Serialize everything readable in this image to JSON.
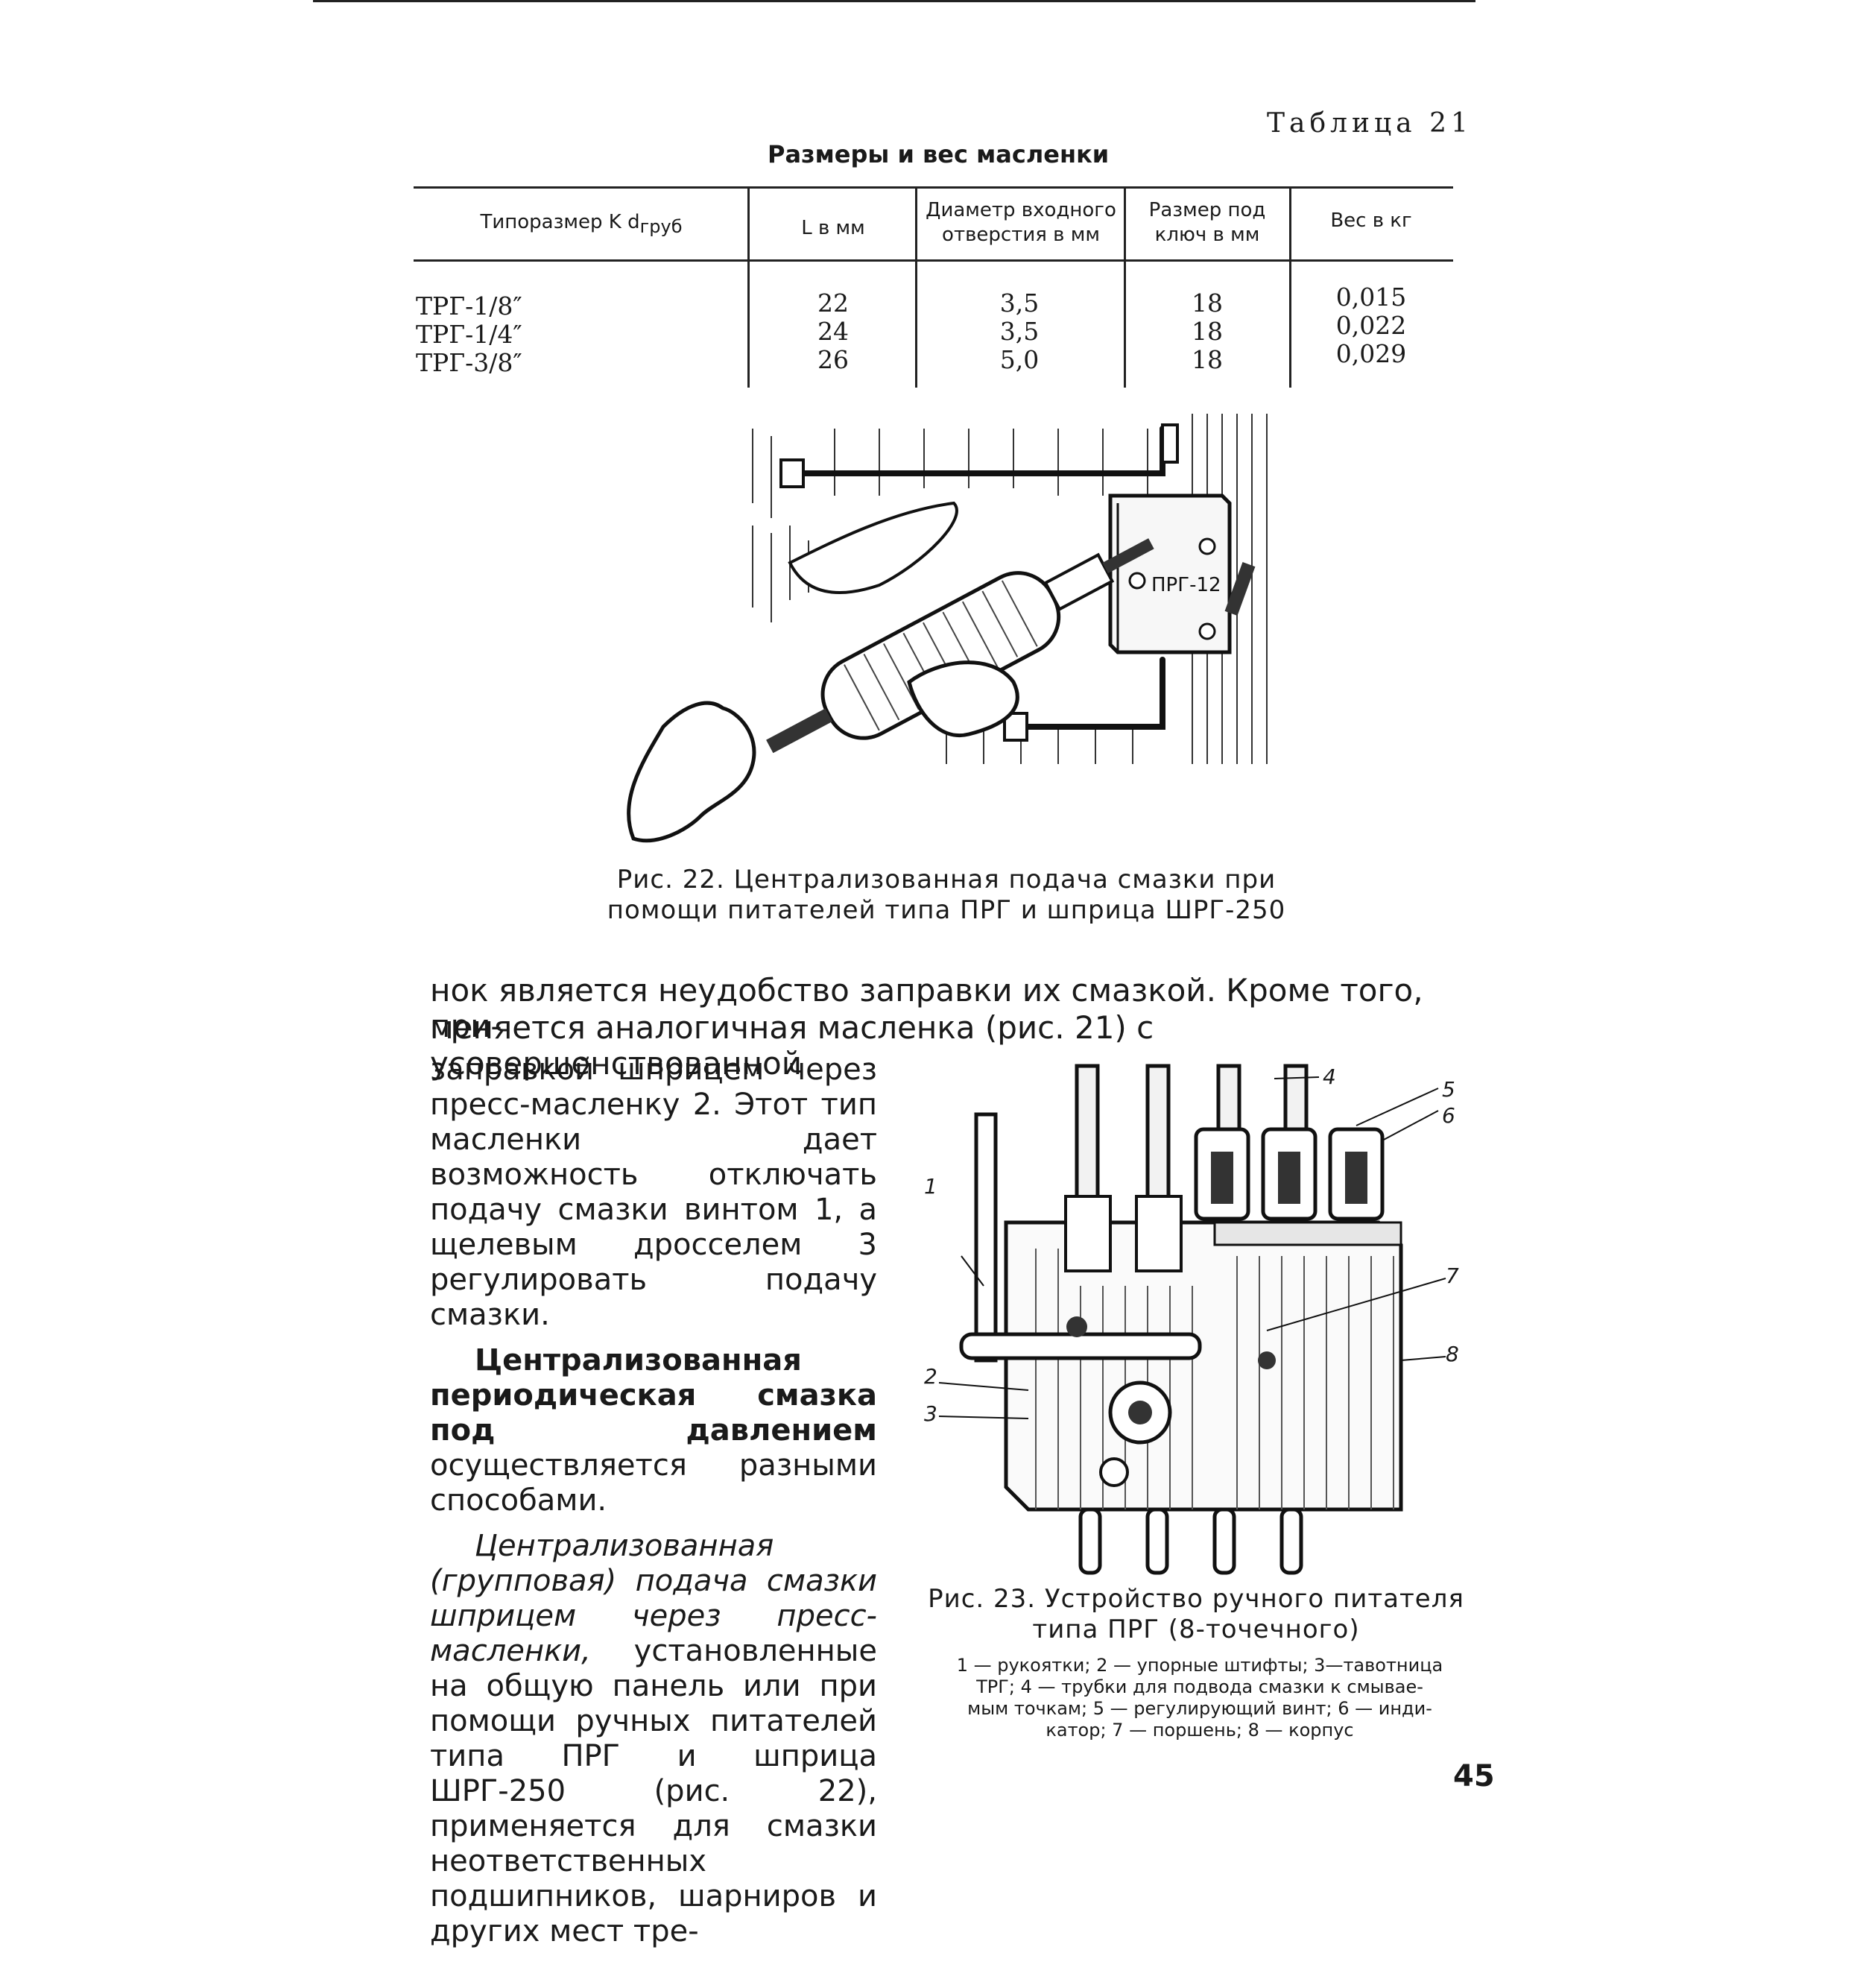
{
  "table": {
    "label": "Таблица 21",
    "title": "Размеры и вес масленки",
    "headers": [
      "Типоразмер K d",
      "L в мм",
      "Диаметр входного отверстия в мм",
      "Размер под ключ в мм",
      "Вес в кг"
    ],
    "header_sub": "груб",
    "rows": [
      [
        "ТРГ-1/8″",
        "22",
        "3,5",
        "18",
        "0,015"
      ],
      [
        "ТРГ-1/4″",
        "24",
        "3,5",
        "18",
        "0,022"
      ],
      [
        "ТРГ-3/8″",
        "26",
        "5,0",
        "18",
        "0,029"
      ]
    ]
  },
  "fig22": {
    "plate_text": "ПРГ-12",
    "caption_line1": "Рис. 22. Централизованная подача смазки при",
    "caption_line2": "помощи питателей типа ПРГ и шприца ШРГ-250"
  },
  "body": {
    "line1": "нок является неудобство заправки их смазкой. Кроме того, при-",
    "line2": "меняется аналогичная масленка (рис. 21) с усовершенствованной",
    "col_para1": "заправкой шприцем через пресс-масленку 2. Этот тип масленки дает возможность отключать подачу смазки винтом 1, а щелевым дросселем 3 регулировать подачу смазки.",
    "col_para2_bold": "Централизованная периодическая смазка под давлением",
    "col_para2_rest": " осуществляется разными способами.",
    "col_para3_italic": "Централизованная (групповая) подача смазки шприцем через пресс-масленки,",
    "col_para3_rest": " установленные на общую панель или при помощи ручных питателей типа ПРГ и шприца ШРГ-250 (рис. 22), применяется для смазки неответственных подшипников, шарниров и других мест тре-"
  },
  "fig23": {
    "callouts": [
      "1",
      "2",
      "3",
      "4",
      "5",
      "6",
      "7",
      "8"
    ],
    "caption_line1": "Рис. 23. Устройство ручного питателя",
    "caption_line2": "типа ПРГ (8-точечного)",
    "legend_line1": "1 — рукоятки; 2 — упорные штифты; 3—тавотница",
    "legend_line2": "ТРГ; 4 — трубки для подвода смазки к смывае-",
    "legend_line3": "мым точкам; 5 — регулирующий винт; 6 — инди-",
    "legend_line4": "катор; 7 — поршень; 8 — корпус"
  },
  "page_number": "45"
}
